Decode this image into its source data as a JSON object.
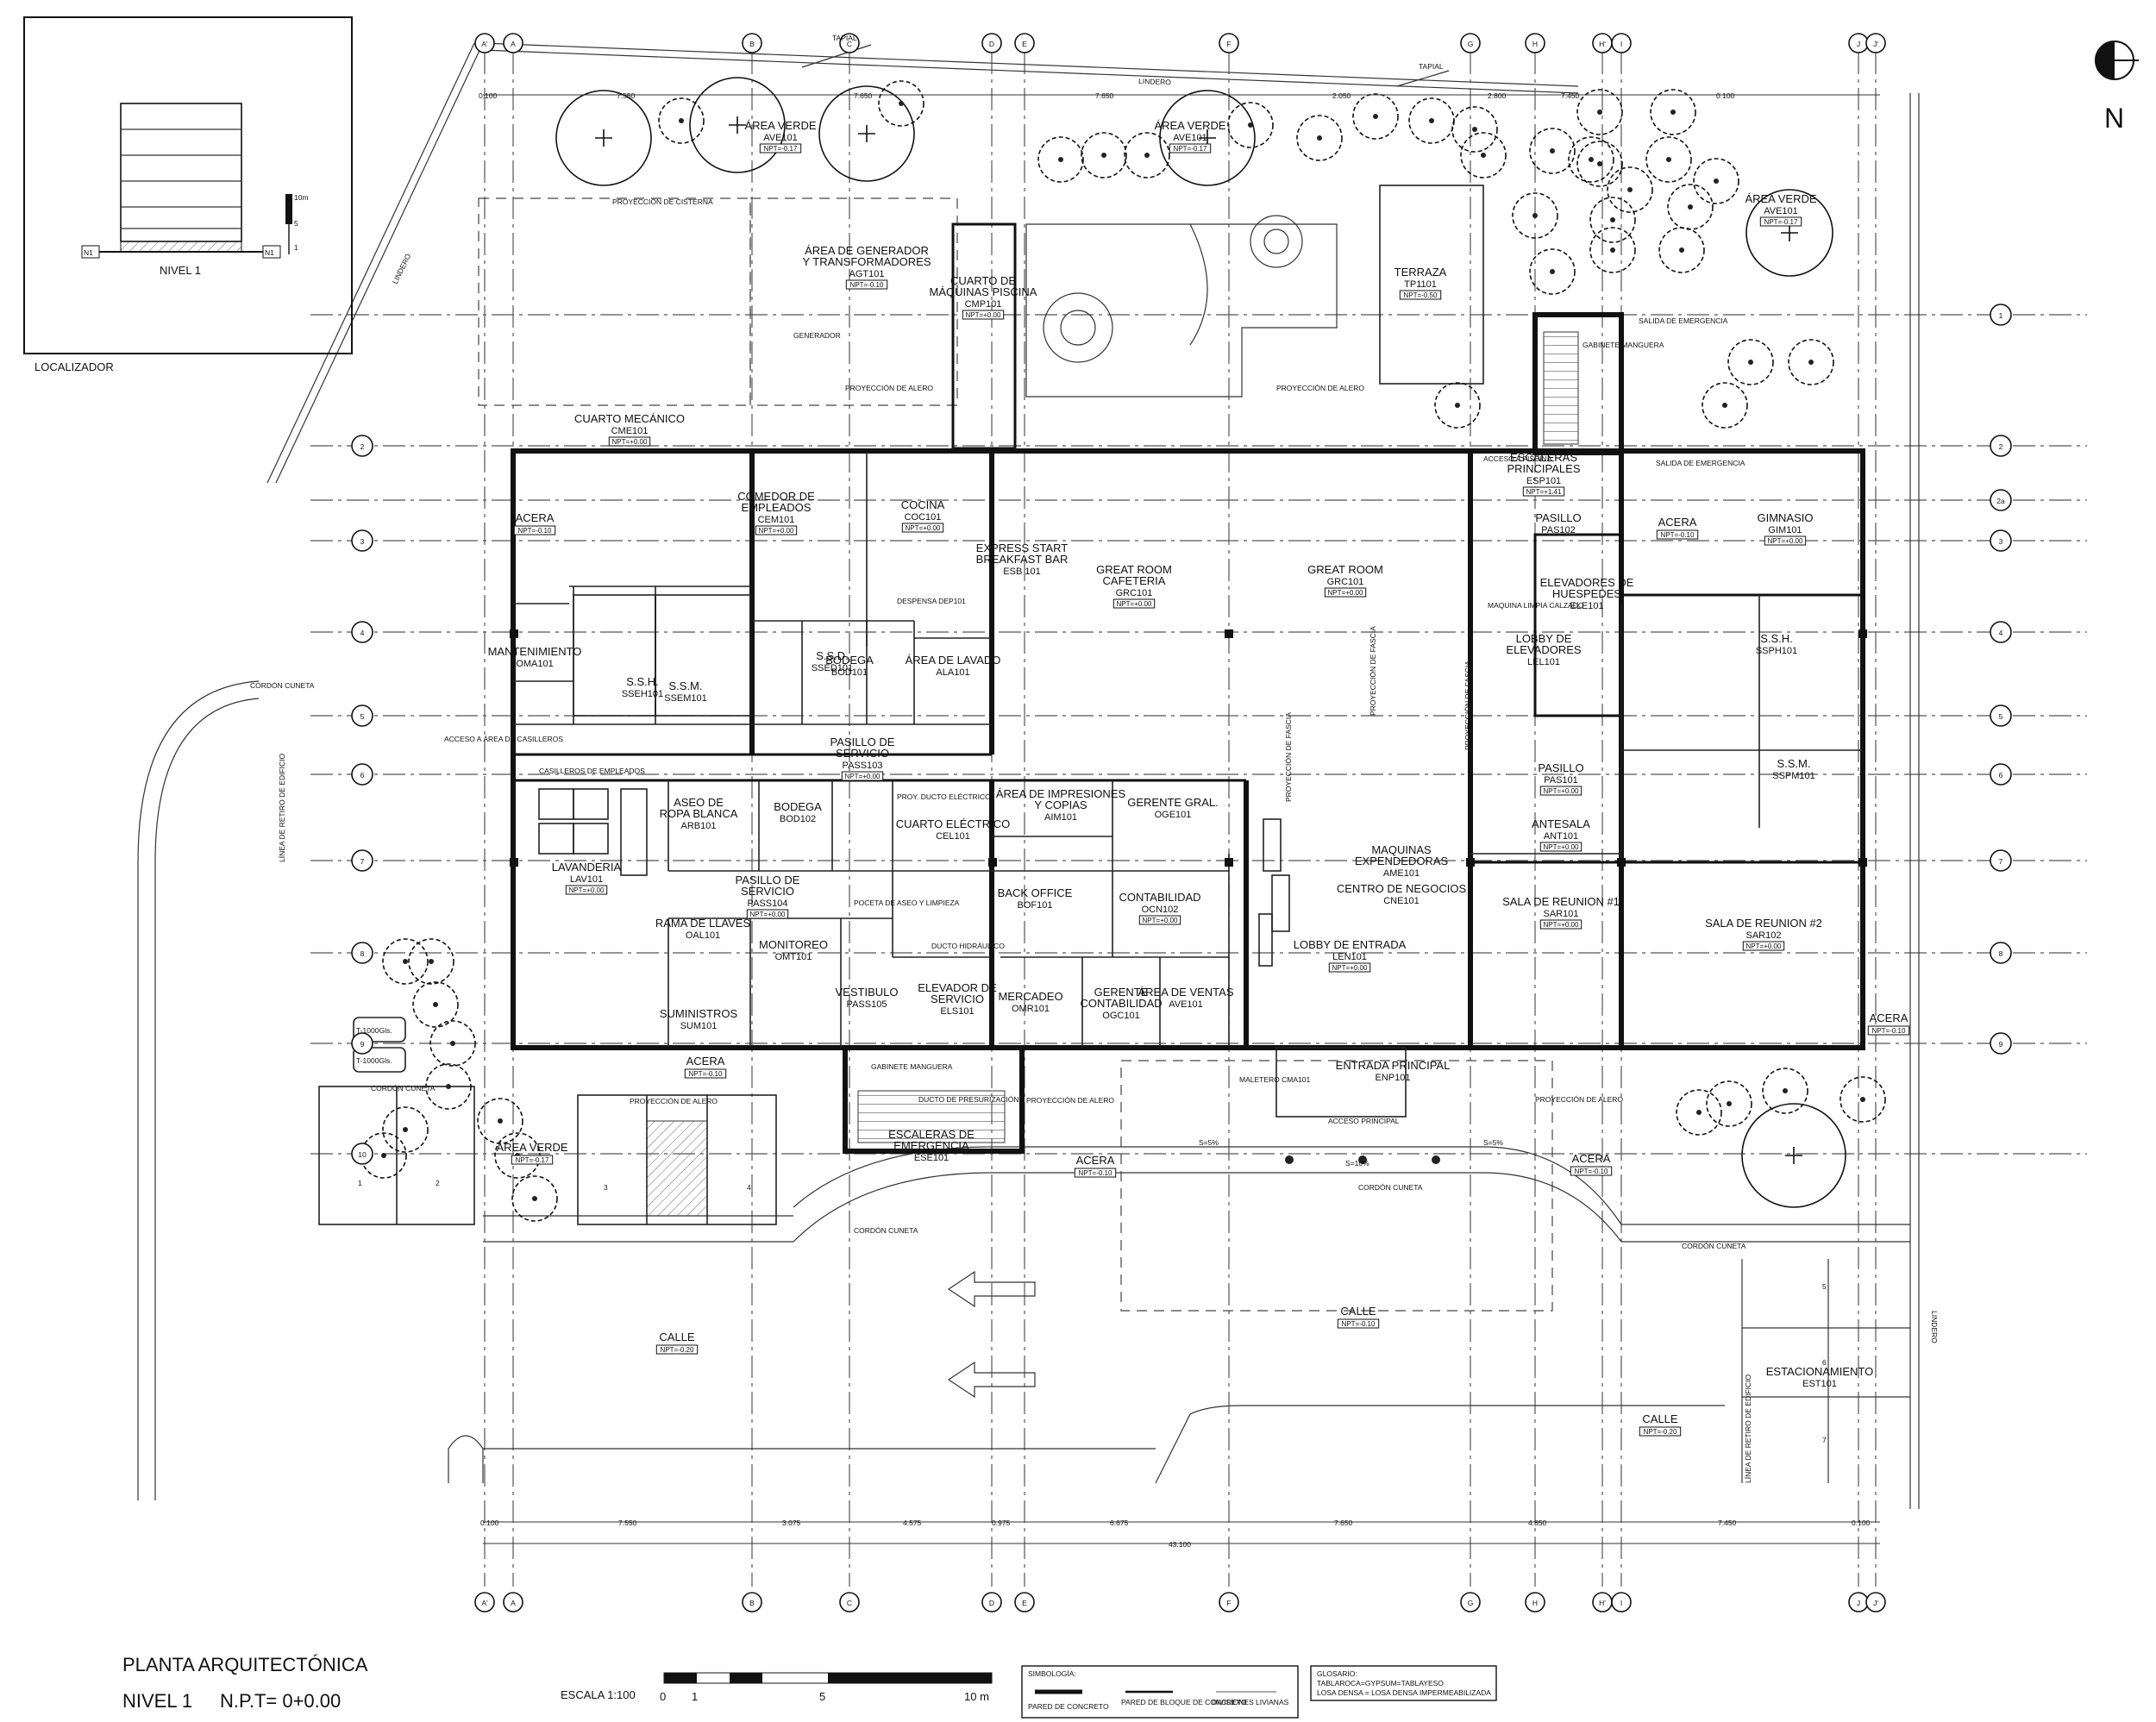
{
  "title": {
    "main": "PLANTA ARQUITECTÓNICA",
    "level": "NIVEL 1",
    "npt": "N.P.T= 0+0.00"
  },
  "scale": {
    "label": "ESCALA 1:100",
    "ticks": [
      "0",
      "1",
      "5",
      "10 m"
    ]
  },
  "locator": {
    "title": "LOCALIZADOR",
    "level": "NIVEL 1",
    "marker": "N1",
    "scale_text": "10m",
    "scale_ticks": [
      "5",
      "1"
    ]
  },
  "north": "N",
  "legend": {
    "title": "SIMBOLOGÍA:",
    "items": [
      "PARED DE CONCRETO",
      "PARED DE BLOQUE DE CONCRETO",
      "DIVISIONES LIVIANAS"
    ]
  },
  "glossary": {
    "title": "GLOSARIO:",
    "lines": [
      "TABLAROCA=GYPSUM=TABLAYESO",
      "LOSA DENSA = LOSA DENSA IMPERMEABILIZADA"
    ]
  },
  "grid_columns": [
    "A'",
    "A",
    "B",
    "C",
    "D",
    "E",
    "F",
    "G",
    "H",
    "H'",
    "I",
    "J",
    "J'"
  ],
  "grid_rows": [
    "1",
    "2",
    "2a",
    "3",
    "4",
    "5",
    "6",
    "7",
    "8",
    "9",
    "10"
  ],
  "top_dims": [
    "0.100",
    "7.550",
    "7.650",
    "7.650",
    "2.050",
    "2.800",
    "7.450",
    "0.100"
  ],
  "bottom_dims": [
    "0.100",
    "7.550",
    "3.075",
    "4.575",
    "0.975",
    "6.675",
    "7.650",
    "4.850",
    "7.450",
    "0.100"
  ],
  "bottom_total": "43.100",
  "site_labels": {
    "tapial": "TAPIAL",
    "lindero": "LINDERO",
    "cordon": "CORDÓN CUNETA",
    "retiro": "LÍNEA DE RETIRO DE EDIFICIO",
    "proy_cisterna": "PROYECCIÓN DE CISTERNA",
    "proy_alero": "PROYECCIÓN DE ALERO",
    "proy_fascia": "PROYECCIÓN DE FASCIA",
    "generador": "GENERADOR",
    "tank1": "T-1000Gls.",
    "tank2": "T-1000Gls."
  },
  "rooms": [
    {
      "name": "ÁREA VERDE",
      "code": "AVE101",
      "npt": "NPT=-0.17"
    },
    {
      "name": "ÁREA VERDE",
      "code": "AVE101",
      "npt": "NPT=-0.17"
    },
    {
      "name": "ÁREA VERDE",
      "code": "AVE101",
      "npt": "NPT=-0.17"
    },
    {
      "name": "ÁREA DE GENERADOR Y TRANSFORMADORES",
      "code": "AGT101",
      "npt": "NPT=-0.10"
    },
    {
      "name": "CUARTO DE MÁQUINAS PISCINA",
      "code": "CMP101",
      "npt": "NPT=+0.00"
    },
    {
      "name": "TERRAZA",
      "code": "TP1101",
      "npt": "NPT=-0.50"
    },
    {
      "name": "CUARTO MECÁNICO",
      "code": "CME101",
      "npt": "NPT=+0.00"
    },
    {
      "name": "COMEDOR DE EMPLEADOS",
      "code": "CEM101",
      "npt": "NPT=+0.00"
    },
    {
      "name": "COCINA",
      "code": "COC101",
      "npt": "NPT=+0.00"
    },
    {
      "name": "EXPRESS START BREAKFAST BAR",
      "code": "ESB 101",
      "npt": ""
    },
    {
      "name": "GREAT ROOM CAFETERIA",
      "code": "GRC101",
      "npt": "NPT=+0.00"
    },
    {
      "name": "GREAT ROOM",
      "code": "GRC101",
      "npt": "NPT=+0.00"
    },
    {
      "name": "ESCALERAS PRINCIPALES",
      "code": "ESP101",
      "npt": "NPT=+1.41"
    },
    {
      "name": "PASILLO",
      "code": "PAS102",
      "npt": ""
    },
    {
      "name": "GIMNASIO",
      "code": "GIM101",
      "npt": "NPT=+0.00"
    },
    {
      "name": "ELEVADORES DE HUESPEDES",
      "code": "ELE101",
      "npt": ""
    },
    {
      "name": "LOBBY DE ELEVADORES",
      "code": "LEL101",
      "npt": ""
    },
    {
      "name": "S.S.H.",
      "code": "SSEH101",
      "npt": ""
    },
    {
      "name": "S.S.M.",
      "code": "SSEM101",
      "npt": ""
    },
    {
      "name": "S.S.D.",
      "code": "SSED101",
      "npt": ""
    },
    {
      "name": "BODEGA",
      "code": "BOD101",
      "npt": ""
    },
    {
      "name": "ÁREA DE LAVADO",
      "code": "ALA101",
      "npt": ""
    },
    {
      "name": "PASILLO DE SERVICIO",
      "code": "PASS103",
      "npt": "NPT=+0.00"
    },
    {
      "name": "ASEO DE ROPA BLANCA",
      "code": "ARB101",
      "npt": ""
    },
    {
      "name": "BODEGA",
      "code": "BOD102",
      "npt": ""
    },
    {
      "name": "CUARTO ELÉCTRICO",
      "code": "CEL101",
      "npt": ""
    },
    {
      "name": "ÁREA DE IMPRESIONES Y COPIAS",
      "code": "AIM101",
      "npt": ""
    },
    {
      "name": "GERENTE GRAL.",
      "code": "OGE101",
      "npt": ""
    },
    {
      "name": "PASILLO",
      "code": "PAS101",
      "npt": "NPT=+0.00"
    },
    {
      "name": "ANTESALA",
      "code": "ANT101",
      "npt": "NPT=+0.00"
    },
    {
      "name": "S.S.H.",
      "code": "SSPH101",
      "npt": ""
    },
    {
      "name": "S.S.M.",
      "code": "SSPM101",
      "npt": ""
    },
    {
      "name": "LAVANDERIA",
      "code": "LAV101",
      "npt": "NPT=+0.00"
    },
    {
      "name": "PASILLO DE SERVICIO",
      "code": "PASS104",
      "npt": "NPT=+0.00"
    },
    {
      "name": "BACK OFFICE",
      "code": "BOF101",
      "npt": ""
    },
    {
      "name": "CONTABILIDAD",
      "code": "OCN102",
      "npt": "NPT=+0.00"
    },
    {
      "name": "LOBBY DE ENTRADA",
      "code": "LEN101",
      "npt": "NPT=+0.00"
    },
    {
      "name": "SALA DE REUNION #1",
      "code": "SAR101",
      "npt": "NPT=+0.00"
    },
    {
      "name": "SALA DE REUNION #2",
      "code": "SAR102",
      "npt": "NPT=+0.00"
    },
    {
      "name": "RAMA DE LLAVES",
      "code": "OAL101",
      "npt": ""
    },
    {
      "name": "MONITOREO",
      "code": "OMT101",
      "npt": ""
    },
    {
      "name": "SUMINISTROS",
      "code": "SUM101",
      "npt": ""
    },
    {
      "name": "VESTIBULO",
      "code": "PASS105",
      "npt": ""
    },
    {
      "name": "ELEVADOR DE SERVICIO",
      "code": "ELS101",
      "npt": ""
    },
    {
      "name": "MERCADEO",
      "code": "OMR101",
      "npt": ""
    },
    {
      "name": "GERENTE CONTABILIDAD",
      "code": "OGC101",
      "npt": ""
    },
    {
      "name": "ÁREA DE VENTAS",
      "code": "AVE101",
      "npt": ""
    },
    {
      "name": "MANTENIMIENTO",
      "code": "OMA101",
      "npt": ""
    },
    {
      "name": "ACERA",
      "code": "",
      "npt": "NPT=-0.10"
    },
    {
      "name": "ACERA",
      "code": "",
      "npt": "NPT=-0.10"
    },
    {
      "name": "ACERA",
      "code": "",
      "npt": "NPT=-0.10"
    },
    {
      "name": "ACERA",
      "code": "",
      "npt": "NPT=-0.10"
    },
    {
      "name": "ACERA",
      "code": "",
      "npt": "NPT=-0.10"
    },
    {
      "name": "ACERA",
      "code": "",
      "npt": "NPT=-0.10"
    },
    {
      "name": "ENTRADA PRINCIPAL",
      "code": "ENP101",
      "npt": ""
    },
    {
      "name": "ESCALERAS DE EMERGENCIA",
      "code": "ESE101",
      "npt": ""
    },
    {
      "name": "ÁREA VERDE",
      "code": "",
      "npt": "NPT=-0.17"
    },
    {
      "name": "CALLE",
      "code": "",
      "npt": "NPT=-0.20"
    },
    {
      "name": "CALLE",
      "code": "",
      "npt": "NPT=-0.10"
    },
    {
      "name": "CALLE",
      "code": "",
      "npt": "NPT=-0.20"
    },
    {
      "name": "ESTACIONAMIENTO",
      "code": "EST101",
      "npt": ""
    },
    {
      "name": "MAQUINAS EXPENDEDORAS",
      "code": "AME101",
      "npt": ""
    },
    {
      "name": "CENTRO DE NEGOCIOS",
      "code": "CNE101",
      "npt": ""
    }
  ],
  "misc_labels": {
    "salida1": "SALIDA DE EMERGENCIA",
    "salida2": "SALIDA DE EMERGENCIA",
    "gabinete1": "GABINETE MANGUERA",
    "gabinete2": "GABINETE MANGUERA",
    "acceso_piscina": "ACCESO A PISCINA",
    "maquina_limpia": "MAQUINA LIMPIA CALZADO",
    "casilleros": "CASILLEROS DE EMPLEADOS",
    "acceso_casilleros": "ACCESO A ÁREA DE CASILLEROS",
    "proy_ducto": "PROY. DUCTO ELÉCTRICO",
    "poceta": "POCETA DE ASEO Y LIMPIEZA",
    "ducto_hid": "DUCTO HIDRÁULICO",
    "presurizacion": "DUCTO DE PRESURIZACIÓN",
    "maletero": "MALETERO CMA101",
    "acceso_principal": "ACCESO PRINCIPAL",
    "pendiente1": "S=5%",
    "pendiente2": "S=10%",
    "pendiente3": "S=5%",
    "despensa": "DESPENSA DEP101"
  },
  "parking_numbers": [
    "1",
    "2",
    "3",
    "4",
    "5",
    "6",
    "7"
  ]
}
